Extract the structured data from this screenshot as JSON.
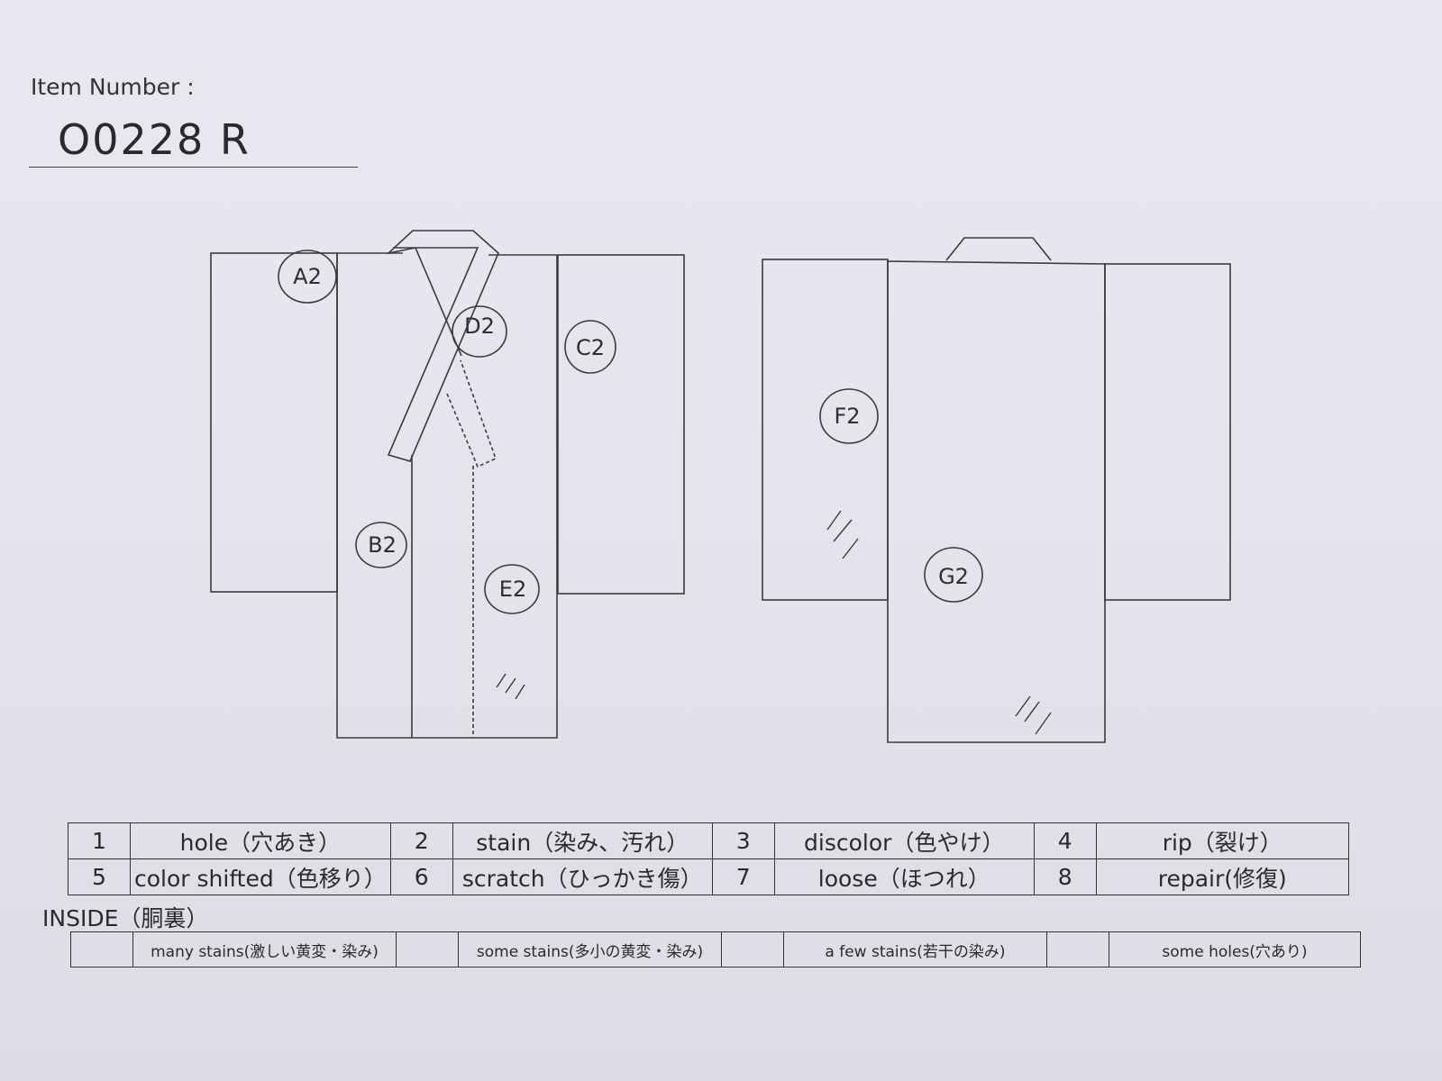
{
  "header": {
    "label": "Item Number :",
    "number": "O0228   R"
  },
  "marks": [
    {
      "id": "A",
      "text": "A2"
    },
    {
      "id": "B",
      "text": "B2"
    },
    {
      "id": "C",
      "text": "C2"
    },
    {
      "id": "D",
      "text": "D2"
    },
    {
      "id": "E",
      "text": "E2"
    },
    {
      "id": "F",
      "text": "F2"
    },
    {
      "id": "G",
      "text": "G2"
    }
  ],
  "defects": [
    [
      {
        "num": "1",
        "label": "hole（穴あき）"
      },
      {
        "num": "2",
        "label": "stain（染み、汚れ）"
      },
      {
        "num": "3",
        "label": "discolor（色やけ）"
      },
      {
        "num": "4",
        "label": "rip（裂け）"
      }
    ],
    [
      {
        "num": "5",
        "label": "color shifted（色移り）"
      },
      {
        "num": "6",
        "label": "scratch（ひっかき傷）"
      },
      {
        "num": "7",
        "label": "loose（ほつれ）"
      },
      {
        "num": "8",
        "label": "repair(修復)"
      }
    ]
  ],
  "inside": {
    "label": "INSIDE（胴裏）",
    "items": [
      "many stains(激しい黄変・染み)",
      "some stains(多小の黄変・染み)",
      "a few stains(若干の染み)",
      "some holes(穴あり)"
    ]
  }
}
